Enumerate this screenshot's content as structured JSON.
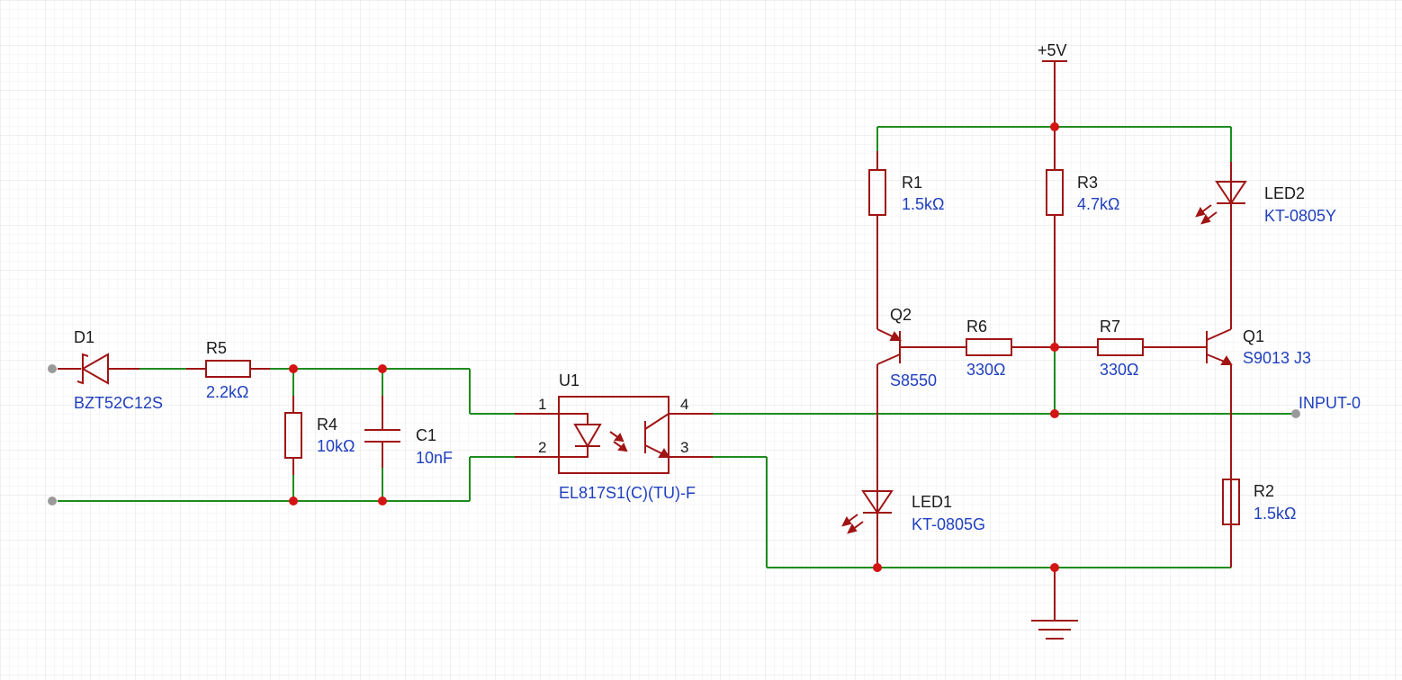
{
  "components": {
    "D1": {
      "ref": "D1",
      "value": "BZT52C12S",
      "type": "zener-diode"
    },
    "R5": {
      "ref": "R5",
      "value": "2.2kΩ",
      "type": "resistor"
    },
    "R4": {
      "ref": "R4",
      "value": "10kΩ",
      "type": "resistor"
    },
    "C1": {
      "ref": "C1",
      "value": "10nF",
      "type": "capacitor"
    },
    "U1": {
      "ref": "U1",
      "value": "EL817S1(C)(TU)-F",
      "type": "optocoupler",
      "pins": {
        "p1": "1",
        "p2": "2",
        "p3": "3",
        "p4": "4"
      }
    },
    "R1": {
      "ref": "R1",
      "value": "1.5kΩ",
      "type": "resistor"
    },
    "R3": {
      "ref": "R3",
      "value": "4.7kΩ",
      "type": "resistor"
    },
    "LED2": {
      "ref": "LED2",
      "value": "KT-0805Y",
      "type": "led"
    },
    "Q2": {
      "ref": "Q2",
      "value": "S8550",
      "type": "pnp-transistor"
    },
    "R6": {
      "ref": "R6",
      "value": "330Ω",
      "type": "resistor"
    },
    "R7": {
      "ref": "R7",
      "value": "330Ω",
      "type": "resistor"
    },
    "Q1": {
      "ref": "Q1",
      "value": "S9013 J3",
      "type": "npn-transistor"
    },
    "LED1": {
      "ref": "LED1",
      "value": "KT-0805G",
      "type": "led"
    },
    "R2": {
      "ref": "R2",
      "value": "1.5kΩ",
      "type": "resistor"
    }
  },
  "nets": {
    "power": "+5V",
    "input": "INPUT-0"
  },
  "colors": {
    "wire": "#1e8c1e",
    "component": "#a01414",
    "junction": "#d41414",
    "value_text": "#1f3fbf",
    "grid": "#e6e6e6"
  }
}
